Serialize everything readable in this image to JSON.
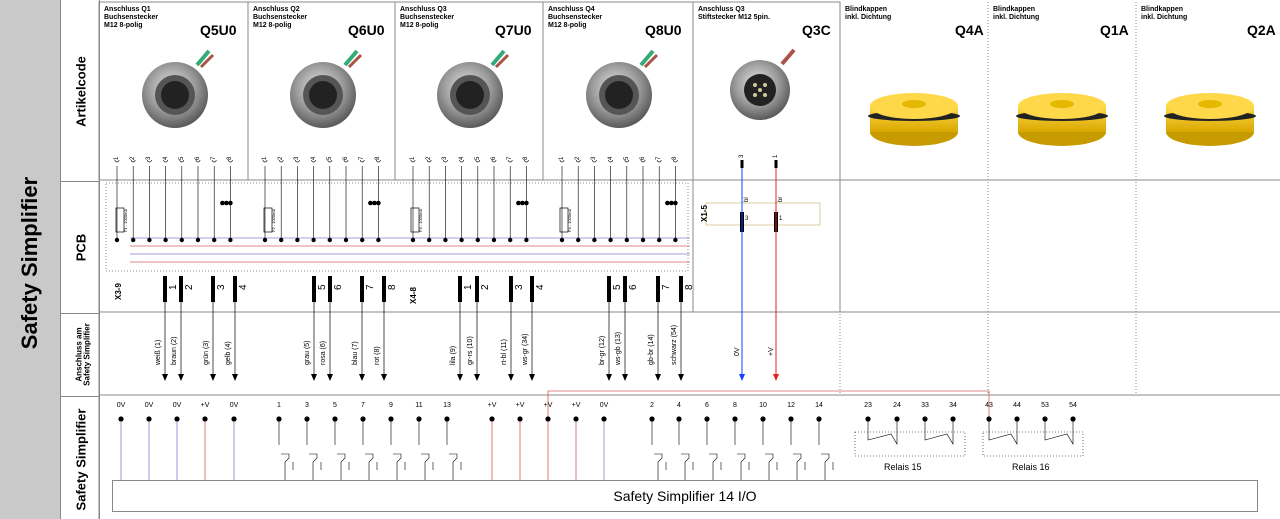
{
  "title": "Safety Simplifier",
  "rows": {
    "artikelcode": "Artikelcode",
    "pcb": "PCB",
    "anschluss": [
      "Anschluss am",
      "Safety Simplifier"
    ],
    "ss": "Safety Simplifier"
  },
  "connectors": [
    {
      "line1": "Anschluss Q1",
      "line2": "Buchsenstecker",
      "line3": "M12 8-polig",
      "code": "Q5U0"
    },
    {
      "line1": "Anschluss Q2",
      "line2": "Buchsenstecker",
      "line3": "M12 8-polig",
      "code": "Q6U0"
    },
    {
      "line1": "Anschluss Q3",
      "line2": "Buchsenstecker",
      "line3": "M12 8-polig",
      "code": "Q7U0"
    },
    {
      "line1": "Anschluss Q4",
      "line2": "Buchsenstecker",
      "line3": "M12 8-polig",
      "code": "Q8U0"
    },
    {
      "line1": "Anschluss Q3",
      "line2": "Stiftstecker M12 5pin.",
      "line3": "",
      "code": "Q3C"
    },
    {
      "line1": "Blindkappen",
      "line2": "inkl. Dichtung",
      "line3": "",
      "code": "Q4A"
    },
    {
      "line1": "Blindkappen",
      "line2": "inkl. Dichtung",
      "line3": "",
      "code": "Q1A"
    },
    {
      "line1": "Blindkappen",
      "line2": "inkl. Dichtung",
      "line3": "",
      "code": "Q2A"
    }
  ],
  "pins": [
    "1",
    "2",
    "3",
    "4",
    "5",
    "6",
    "7",
    "8"
  ],
  "q3c_pins": [
    "3",
    "1"
  ],
  "fuses": [
    "F1 - 1000mA",
    "F2 - 1000mA",
    "F3 - 1000mA",
    "F4 - 1000mA"
  ],
  "terminal_blocks": [
    "X3-9",
    "X4-8",
    "X1-5"
  ],
  "x3_terms": [
    "1",
    "2",
    "3",
    "4",
    "5",
    "6",
    "7",
    "8"
  ],
  "x4_terms": [
    "1",
    "2",
    "3",
    "4",
    "5",
    "6",
    "7",
    "8"
  ],
  "x1_terms": [
    "3",
    "1"
  ],
  "x1_wire_labels": [
    "bl",
    "br"
  ],
  "wires": [
    "weiß (1)",
    "braun (2)",
    "grün (3)",
    "gelb (4)",
    "grau (5)",
    "rosa (6)",
    "blau (7)",
    "rot (8)",
    "lila (9)",
    "gr-rs (10)",
    "rt-bl (11)",
    "ws-gr (34)",
    "br-gr (12)",
    "ws-gb (13)",
    "gb-br (14)",
    "schwarz (54)",
    "0V",
    "+V"
  ],
  "ss_terminals": [
    "0V",
    "0V",
    "0V",
    "+V",
    "0V",
    "1",
    "3",
    "5",
    "7",
    "9",
    "11",
    "13",
    "+V",
    "+V",
    "+V",
    "+V",
    "0V",
    "2",
    "4",
    "6",
    "8",
    "10",
    "12",
    "14",
    "23",
    "24",
    "33",
    "34",
    "43",
    "44",
    "53",
    "54"
  ],
  "relays": [
    "Relais 15",
    "Relais 16"
  ],
  "main_box": "Safety Simplifier 14 I/O",
  "colors": {
    "sidebar": "#c9c9c9",
    "cap": "#f2c400",
    "blue": "#1a3cff",
    "red": "#e02020",
    "wire_blue": "#8080d0",
    "wire_red": "#d06060"
  }
}
